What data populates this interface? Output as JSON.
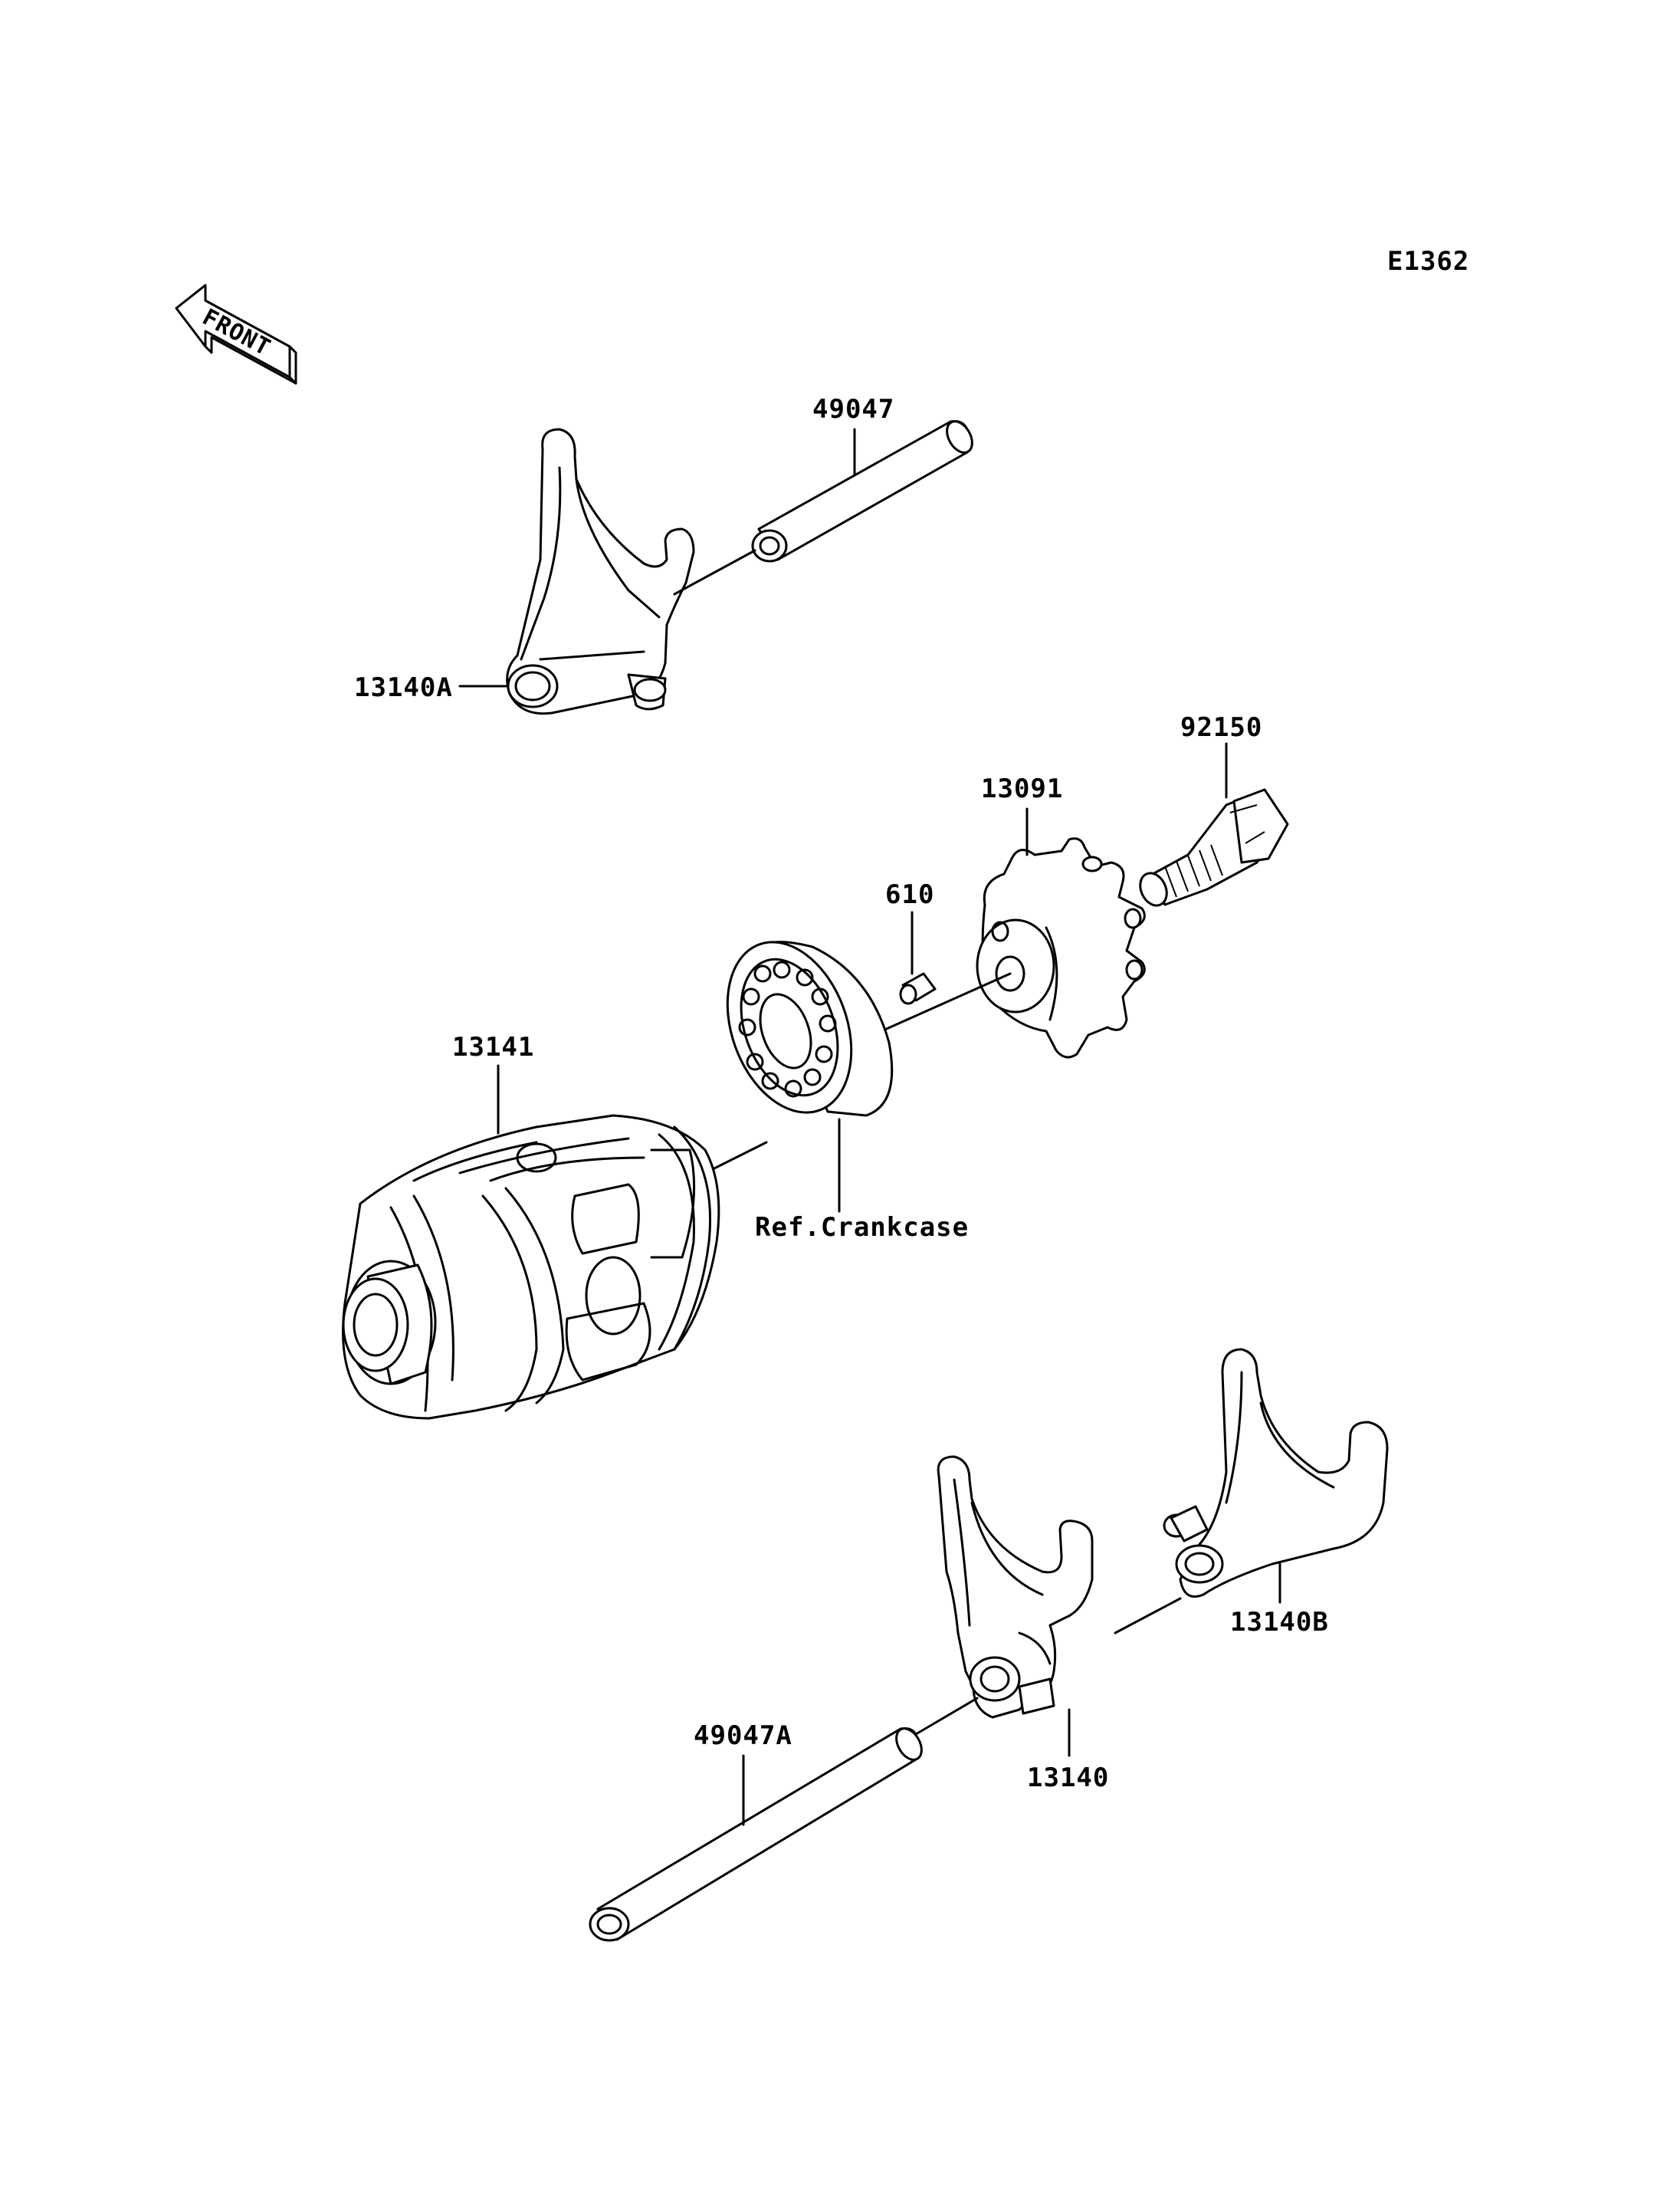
{
  "diagram_code": "E1362",
  "front_label": "FRONT",
  "parts": {
    "fork_a": "13140A",
    "shaft_upper": "49047",
    "bolt": "92150",
    "cam": "13091",
    "pin": "610",
    "drum": "13141",
    "bearing_ref": "Ref.Crankcase",
    "fork_b": "13140B",
    "fork": "13140",
    "shaft_lower": "49047A"
  }
}
